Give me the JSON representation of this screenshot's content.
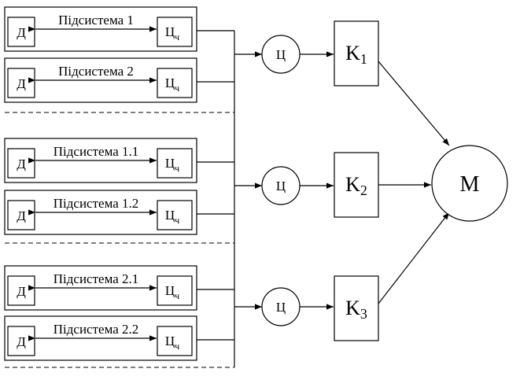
{
  "subsystems": [
    {
      "sensor": "Д",
      "name": "Підсистема 1",
      "center": "Ц",
      "center_sub": "ч"
    },
    {
      "sensor": "Д",
      "name": "Підсистема 2",
      "center": "Ц",
      "center_sub": "ч"
    },
    {
      "sensor": "Д",
      "name": "Підсистема 1.1",
      "center": "Ц",
      "center_sub": "ч"
    },
    {
      "sensor": "Д",
      "name": "Підсистема 1.2",
      "center": "Ц",
      "center_sub": "ч"
    },
    {
      "sensor": "Д",
      "name": "Підсистема 2.1",
      "center": "Ц",
      "center_sub": "ч"
    },
    {
      "sensor": "Д",
      "name": "Підсистема 2.2",
      "center": "Ц",
      "center_sub": "ч"
    }
  ],
  "collectors": [
    {
      "label": "Ц"
    },
    {
      "label": "Ц"
    },
    {
      "label": "Ц"
    }
  ],
  "k_blocks": [
    {
      "label": "K",
      "sub": "1"
    },
    {
      "label": "K",
      "sub": "2"
    },
    {
      "label": "K",
      "sub": "3"
    }
  ],
  "main_node": {
    "label": "М"
  }
}
